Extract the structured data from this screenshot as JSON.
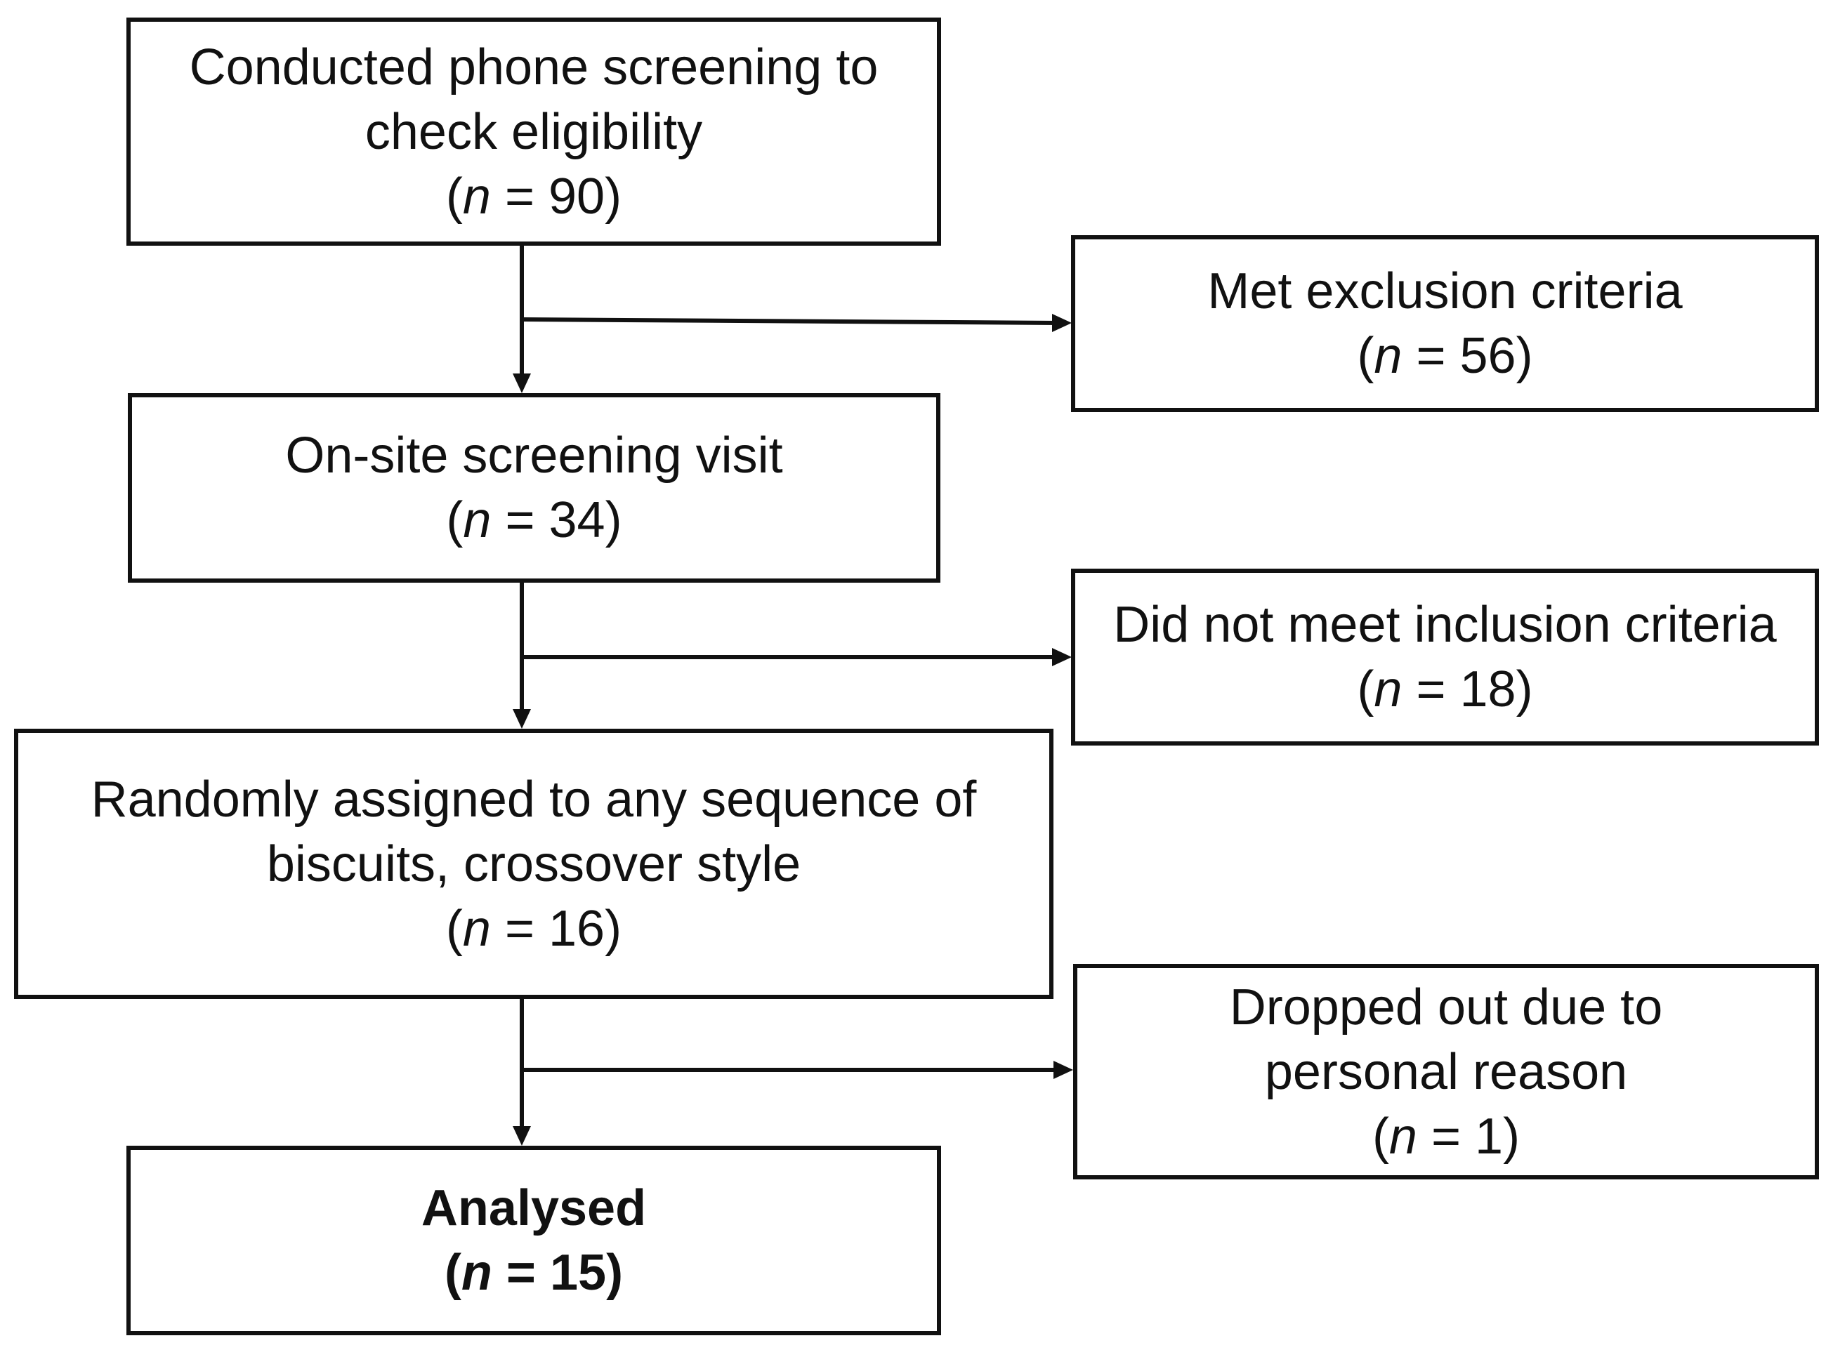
{
  "boxes": {
    "phone_screening": {
      "lines": [
        "Conducted phone screening to",
        "check eligibility"
      ],
      "n": "90"
    },
    "onsite_visit": {
      "lines": [
        "On-site screening visit"
      ],
      "n": "34"
    },
    "randomized": {
      "lines": [
        "Randomly assigned to any sequence of",
        "biscuits, crossover style"
      ],
      "n": "16"
    },
    "analysed": {
      "lines": [
        "Analysed"
      ],
      "n": "15"
    },
    "exclusion": {
      "lines": [
        "Met exclusion criteria"
      ],
      "n": "56"
    },
    "inclusion": {
      "lines": [
        "Did not meet inclusion criteria"
      ],
      "n": "18"
    },
    "dropout": {
      "lines": [
        "Dropped out due to",
        "personal reason"
      ],
      "n": "1"
    }
  },
  "labels": {
    "n_symbol": "n",
    "open": "(",
    "equals": " = ",
    "close": ")"
  }
}
